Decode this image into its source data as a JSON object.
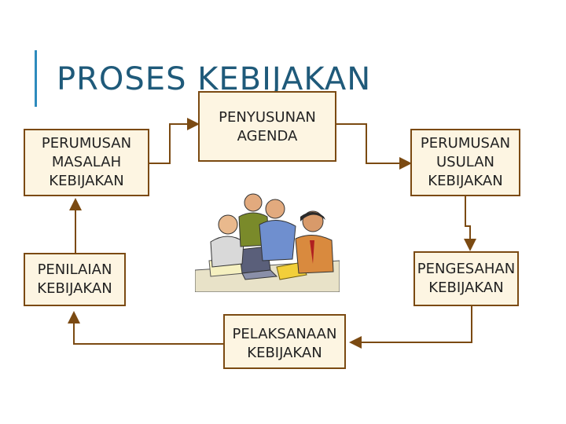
{
  "title": "PROSES KEBIJAKAN",
  "colors": {
    "title": "#1f5a7a",
    "accent_bar": "#2e8bbd",
    "box_fill": "#fdf5e2",
    "box_border": "#7b4a12",
    "arrow": "#7b4a12"
  },
  "boxes": {
    "perumusan_masalah": "PERUMUSAN\nMASALAH\nKEBIJAKAN",
    "penyusunan_agenda": "PENYUSUNAN\nAGENDA",
    "perumusan_usulan": "PERUMUSAN\nUSULAN\nKEBIJAKAN",
    "pengesahan": "PENGESAHAN\nKEBIJAKAN",
    "pelaksanaan": "PELAKSANAAN\nKEBIJAKAN",
    "penilaian": "PENILAIAN\nKEBIJAKAN"
  },
  "illustration": "people-meeting-clipart"
}
